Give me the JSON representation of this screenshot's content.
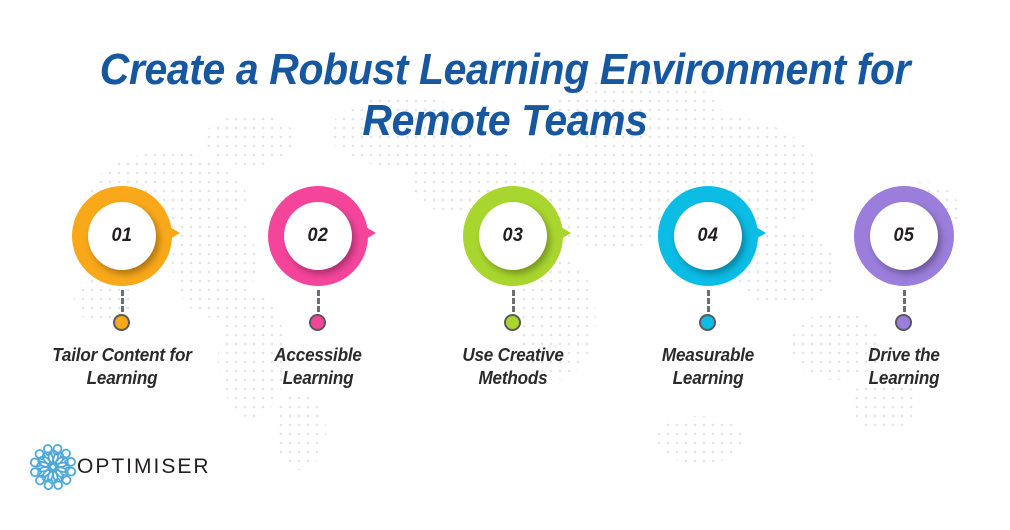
{
  "title": "Create a Robust Learning Environment for\nRemote Teams",
  "colors": {
    "title_blue": "#17579F",
    "step_01": "#F9A81A",
    "step_02": "#F5459B",
    "step_03": "#A9D62E",
    "step_04": "#0BBCE5",
    "step_05": "#9B7EDC",
    "dot_border": "#58595B",
    "label_text": "#2B2B2B",
    "background": "#FFFFFF",
    "logo_mark": "#4FA8D8",
    "logo_text": "#231F20"
  },
  "steps": [
    {
      "number": "01",
      "label": "Tailor Content for\nLearning",
      "color": "#F9A81A",
      "has_tail": true
    },
    {
      "number": "02",
      "label": "Accessible\nLearning",
      "color": "#F5459B",
      "has_tail": true
    },
    {
      "number": "03",
      "label": "Use Creative\nMethods",
      "color": "#A9D62E",
      "has_tail": true
    },
    {
      "number": "04",
      "label": "Measurable\nLearning",
      "color": "#0BBCE5",
      "has_tail": true
    },
    {
      "number": "05",
      "label": "Drive the\nLearning",
      "color": "#9B7EDC",
      "has_tail": false
    }
  ],
  "logo": {
    "text": "OPTIMISER",
    "mark": "pinwheel-burst-icon"
  }
}
